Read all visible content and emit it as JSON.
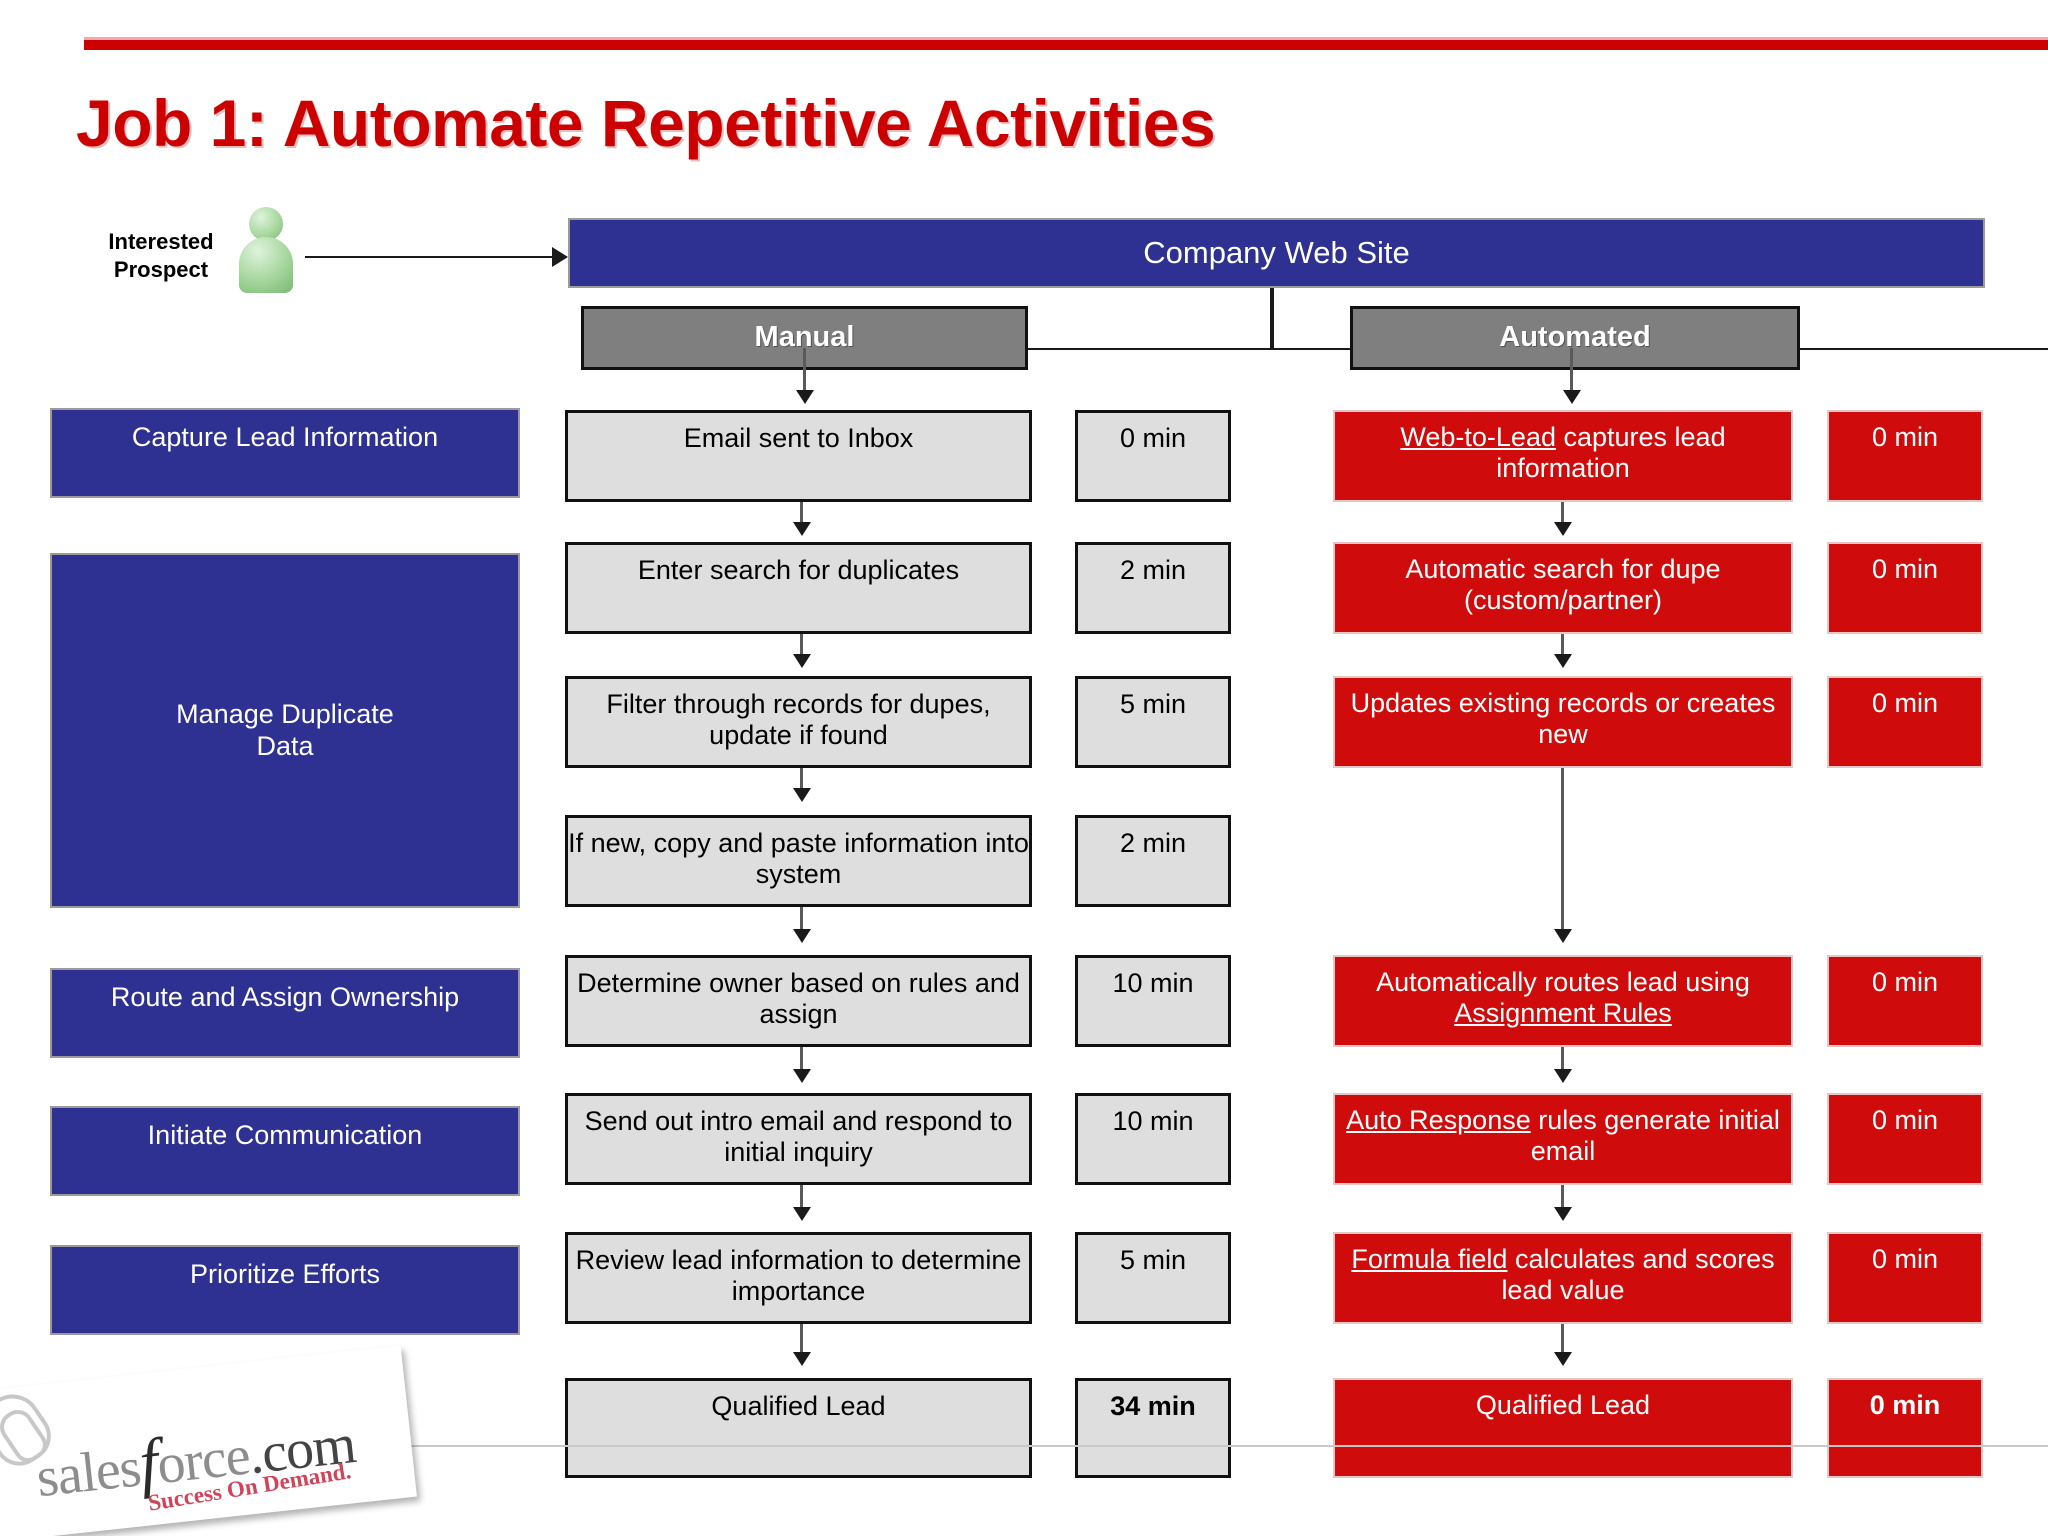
{
  "slide": {
    "title": "Job 1: Automate Repetitive Activities",
    "accent_color": "#cc0000",
    "blue_color": "#2e3192",
    "red_color": "#d00b0b",
    "gray_color": "#7f7f7f",
    "step_color": "#dededf"
  },
  "actor": {
    "label_line1": "Interested",
    "label_line2": "Prospect",
    "icon": "person-icon"
  },
  "top_bar": {
    "label": "Company Web Site"
  },
  "columns": {
    "manual_header": "Manual",
    "automated_header": "Automated"
  },
  "stages": [
    {
      "label": "Capture Lead Information"
    },
    {
      "label": "Manage Duplicate\nData",
      "line1": "Manage Duplicate",
      "line2": "Data"
    },
    {
      "label": "Route and Assign Ownership"
    },
    {
      "label": "Initiate Communication"
    },
    {
      "label": "Prioritize Efforts"
    }
  ],
  "manual_steps": [
    {
      "text": "Email sent to Inbox",
      "time": "0 min"
    },
    {
      "text": "Enter search for duplicates",
      "time": "2 min"
    },
    {
      "text": "Filter through records for dupes, update if found",
      "time": "5 min"
    },
    {
      "text": "If new, copy and paste information into system",
      "time": "2 min"
    },
    {
      "text": "Determine owner based on rules and assign",
      "time": "10 min"
    },
    {
      "text": "Send out intro email and respond to initial inquiry",
      "time": "10 min"
    },
    {
      "text": "Review lead information to determine importance",
      "time": "5 min"
    },
    {
      "text": "Qualified Lead",
      "time": "34 min"
    }
  ],
  "automated_steps": [
    {
      "text": "Web-to-Lead captures lead information",
      "emphasis": "Web-to-Lead",
      "time": "0 min"
    },
    {
      "text": "Automatic search for dupe (custom/partner)",
      "emphasis": "",
      "time": "0 min"
    },
    {
      "text": "Updates existing records or creates new",
      "emphasis": "",
      "time": "0 min"
    },
    {
      "text": "Automatically routes lead using Assignment Rules",
      "emphasis": "Assignment Rules",
      "time": "0 min"
    },
    {
      "text": "Auto Response rules generate initial email",
      "emphasis": "Auto Response",
      "time": "0 min"
    },
    {
      "text": "Formula field calculates and scores lead value",
      "emphasis": "Formula field",
      "time": "0 min"
    },
    {
      "text": "Qualified Lead",
      "emphasis": "",
      "time": "0 min"
    }
  ],
  "totals": {
    "manual_total": "34 min",
    "automated_total": "0 min"
  },
  "logo": {
    "wordmark_pre": "sales",
    "wordmark_f": "f",
    "wordmark_post": "orce",
    "wordmark_dot": ".com",
    "tagline": "Success On Demand."
  }
}
